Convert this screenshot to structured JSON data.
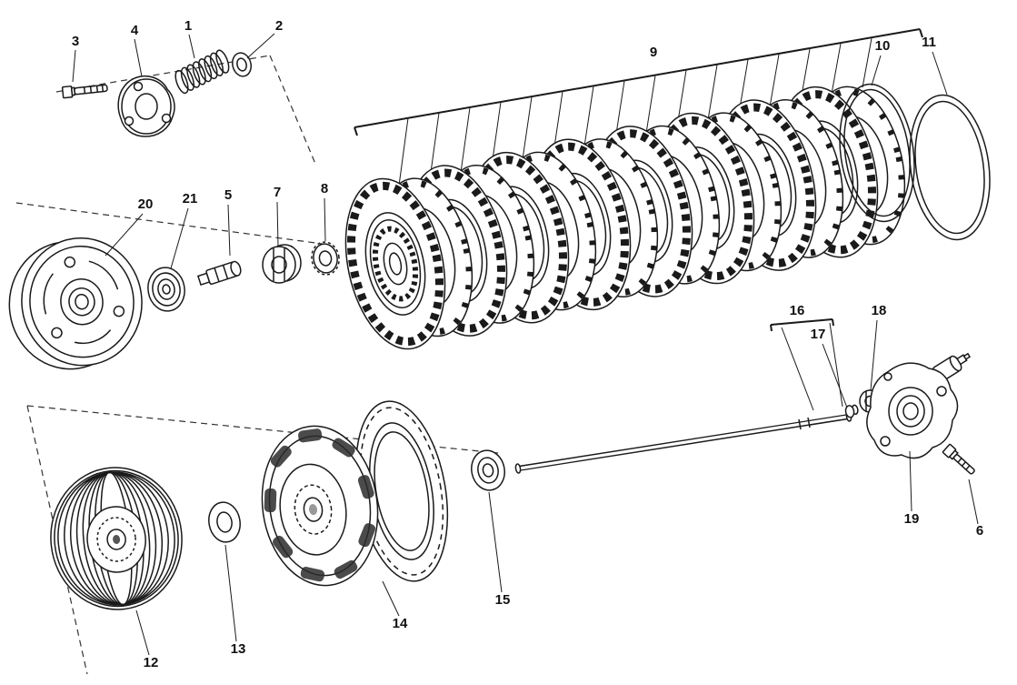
{
  "diagram": {
    "background": "#ffffff",
    "line_color": "#1a1a1a",
    "clutch_pack": {
      "plate_count": 16
    }
  },
  "parts": [
    {
      "id": "1"
    },
    {
      "id": "2"
    },
    {
      "id": "3"
    },
    {
      "id": "4"
    },
    {
      "id": "5"
    },
    {
      "id": "6"
    },
    {
      "id": "7"
    },
    {
      "id": "8"
    },
    {
      "id": "9"
    },
    {
      "id": "10"
    },
    {
      "id": "11"
    },
    {
      "id": "12"
    },
    {
      "id": "13"
    },
    {
      "id": "14"
    },
    {
      "id": "15"
    },
    {
      "id": "16"
    },
    {
      "id": "17"
    },
    {
      "id": "18"
    },
    {
      "id": "19"
    },
    {
      "id": "20"
    },
    {
      "id": "21"
    }
  ]
}
